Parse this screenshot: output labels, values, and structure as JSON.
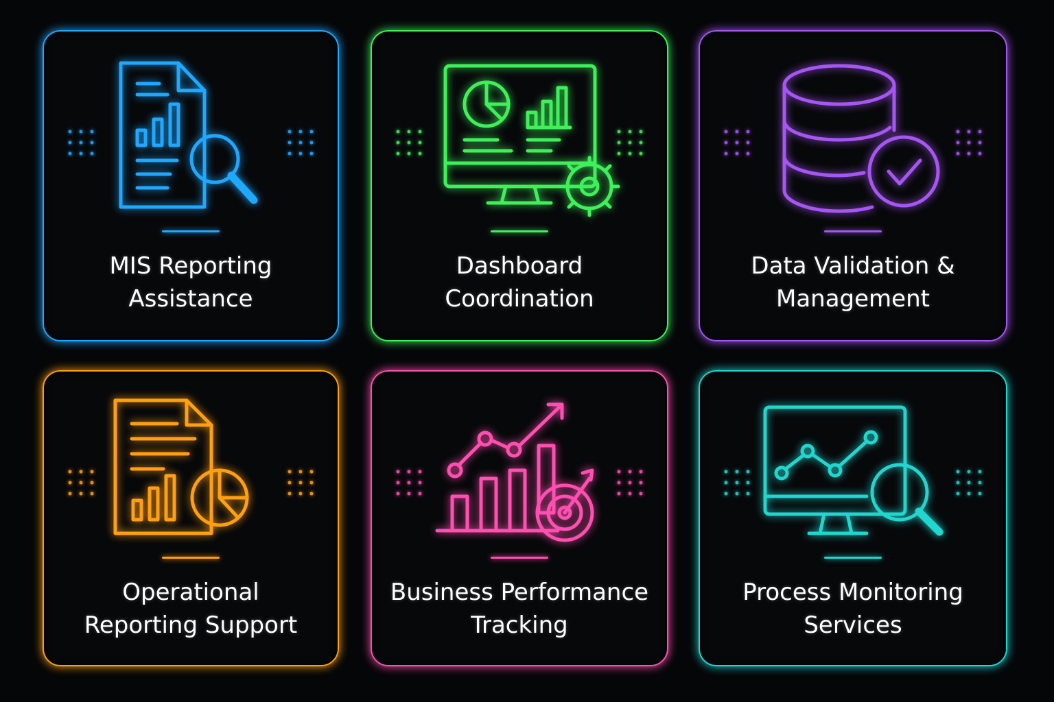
{
  "cards": [
    {
      "line1": "MIS Reporting",
      "line2": "Assistance",
      "color": "#1fa8ff",
      "icon": "report-search-icon"
    },
    {
      "line1": "Dashboard",
      "line2": "Coordination",
      "color": "#3ef05a",
      "icon": "dashboard-gear-icon"
    },
    {
      "line1": "Data Validation &",
      "line2": "Management",
      "color": "#a656f2",
      "icon": "database-check-icon"
    },
    {
      "line1": "Operational",
      "line2": "Reporting Support",
      "color": "#ff9f12",
      "icon": "document-pie-icon"
    },
    {
      "line1": "Business Performance",
      "line2": "Tracking",
      "color": "#ff4fb0",
      "icon": "growth-target-icon"
    },
    {
      "line1": "Process Monitoring",
      "line2": "Services",
      "color": "#22d6d0",
      "icon": "monitor-search-icon"
    }
  ]
}
